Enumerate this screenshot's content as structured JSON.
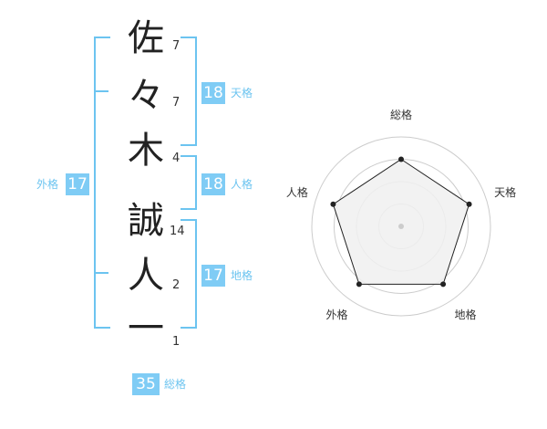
{
  "name": {
    "chars": [
      "佐",
      "々",
      "木",
      "誠",
      "人",
      "一"
    ],
    "strokes": [
      "7",
      "7",
      "4",
      "14",
      "2",
      "1"
    ]
  },
  "kakusu": {
    "tenkaku": {
      "value": "18",
      "label": "天格"
    },
    "jinkaku": {
      "value": "18",
      "label": "人格"
    },
    "chikaku": {
      "value": "17",
      "label": "地格"
    },
    "gaikaku": {
      "value": "17",
      "label": "外格"
    },
    "soukaku": {
      "value": "35",
      "label": "総格"
    }
  },
  "chart_data": {
    "type": "radar",
    "axes": [
      "総格",
      "天格",
      "地格",
      "外格",
      "人格"
    ],
    "values": [
      0.75,
      0.8,
      0.8,
      0.8,
      0.8
    ],
    "rings": 4,
    "colors": {
      "fill": "#f0f0f0",
      "line": "#222222",
      "ring": "#cccccc"
    }
  }
}
